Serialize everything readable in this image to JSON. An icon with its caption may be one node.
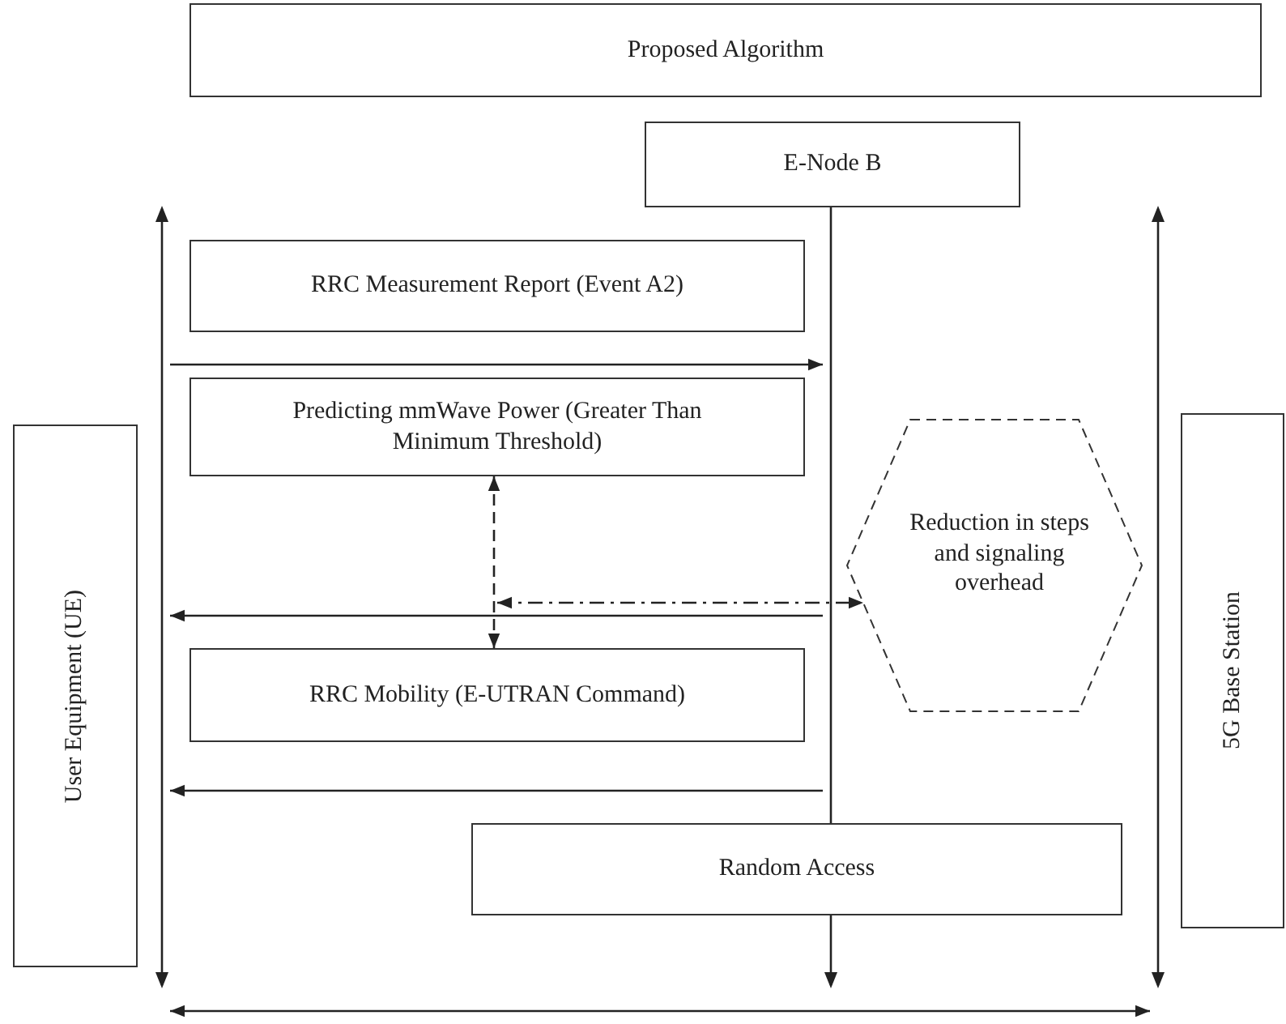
{
  "diagram": {
    "nodes": [
      {
        "text": [
          "Proposed Algorithm"
        ]
      },
      {
        "text": [
          "E-Node B"
        ]
      },
      {
        "text": [
          "RRC Measurement Report (Event A2)"
        ]
      },
      {
        "text": [
          "Predicting mmWave Power (Greater Than Minimum Threshold)"
        ]
      },
      {
        "text": [
          "Reduction in steps and signaling overhead"
        ]
      },
      {
        "text": [
          "User Equipment (UE)"
        ]
      },
      {
        "text": [
          "5G Base Station"
        ]
      },
      {
        "text": [
          "RRC Mobility (E-UTRAN Command)"
        ]
      },
      {
        "text": [
          "Random Access"
        ]
      },
      {
        "text": [],
        "shape": "bar"
      },
      {
        "text": [],
        "shape": "bar"
      },
      {
        "text": [],
        "shape": "bar"
      }
    ],
    "edges": [
      {
        "from": 9,
        "to": 10,
        "arrow": "to"
      },
      {
        "from": 10,
        "to": 9,
        "arrow": "to"
      },
      {
        "from": 3,
        "to": 7,
        "arrow": "both",
        "style": "dashed"
      },
      {
        "from": null,
        "to": 4,
        "arrow": "both",
        "style": "dashed"
      },
      {
        "from": 10,
        "to": 9,
        "arrow": "to"
      },
      {
        "from": 9,
        "to": 11,
        "arrow": "both"
      }
    ]
  }
}
